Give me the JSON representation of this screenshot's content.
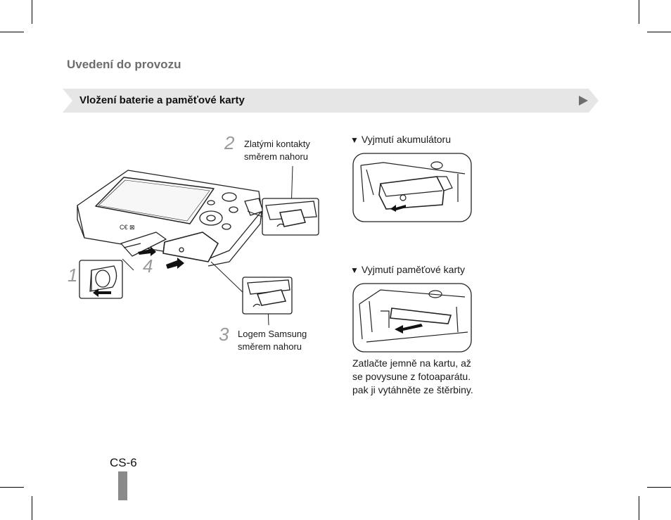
{
  "header": {
    "section": "Uvedení do provozu",
    "banner": "Vložení baterie a paměťové karty"
  },
  "steps": {
    "s1": "1",
    "s2": {
      "num": "2",
      "line1": "Zlatými kontakty",
      "line2": "směrem nahoru"
    },
    "s3": {
      "num": "3",
      "line1": "Logem Samsung",
      "line2": "směrem nahoru"
    },
    "s4": "4"
  },
  "battery_removal": {
    "marker": "▼",
    "label": "Vyjmutí akumulátoru"
  },
  "card_removal": {
    "marker": "▼",
    "label": "Vyjmutí paměťové karty",
    "note_lines": [
      "Zatlačte jemně na kartu, až",
      "se povysune z fotoaparátu.",
      "pak ji vytáhněte ze štěrbiny."
    ]
  },
  "footer": {
    "page": "CS-6"
  },
  "icons": [
    "ce-mark",
    "disposal-mark",
    "card-slot-mark"
  ]
}
